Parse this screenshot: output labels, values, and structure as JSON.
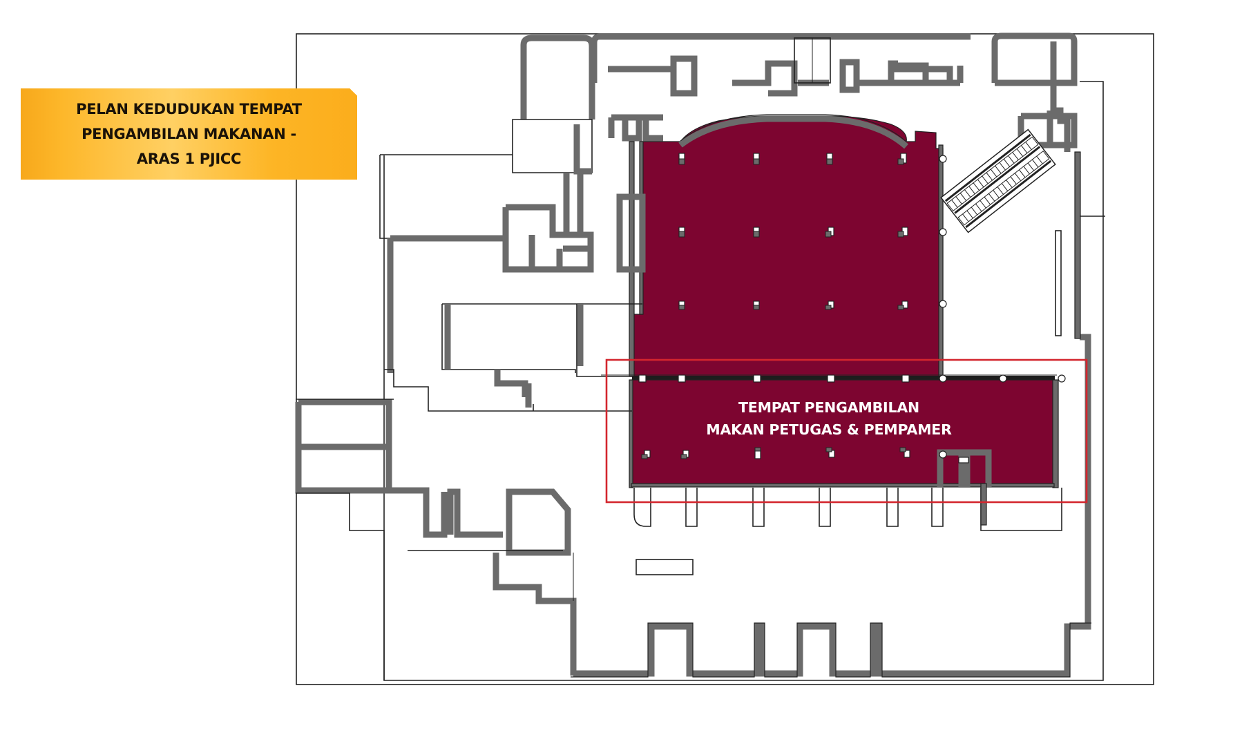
{
  "title": {
    "lines": [
      "PELAN KEDUDUKAN TEMPAT",
      "PENGAMBILAN MAKANAN -",
      "ARAS 1 PJICC"
    ]
  },
  "highlight_zone": {
    "lines": [
      "TEMPAT PENGAMBILAN",
      "MAKAN PETUGAS & PEMPAMER"
    ]
  },
  "colors": {
    "hall_fill": "#7d0530",
    "highlight_outline": "#d3262e",
    "wall": "#6a6a6a",
    "banner": "#fdb525"
  }
}
